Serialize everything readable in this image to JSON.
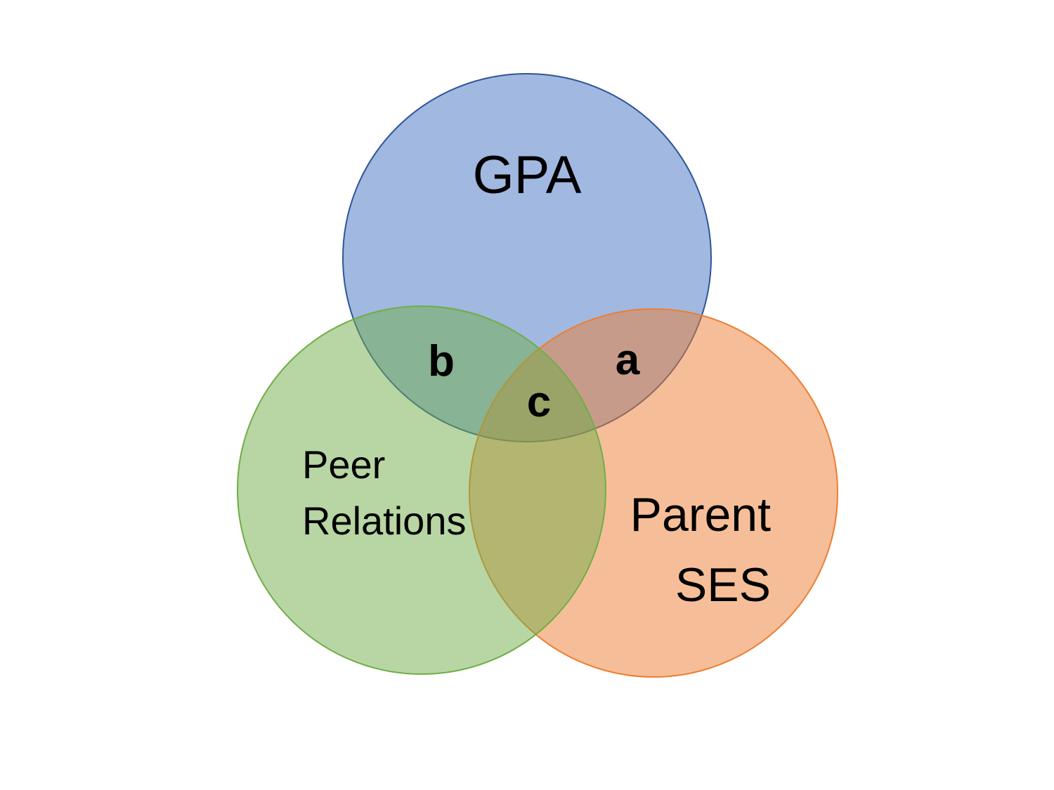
{
  "diagram": {
    "type": "venn",
    "sets": [
      {
        "id": "gpa",
        "label": "GPA",
        "color": "#4472C4"
      },
      {
        "id": "peer",
        "label_lines": [
          "Peer",
          "Relations"
        ],
        "color": "#70AD47"
      },
      {
        "id": "ses",
        "label_lines": [
          "Parent",
          "SES"
        ],
        "color": "#ED7D31"
      }
    ],
    "regions": {
      "a": "a",
      "b": "b",
      "c": "c"
    }
  }
}
